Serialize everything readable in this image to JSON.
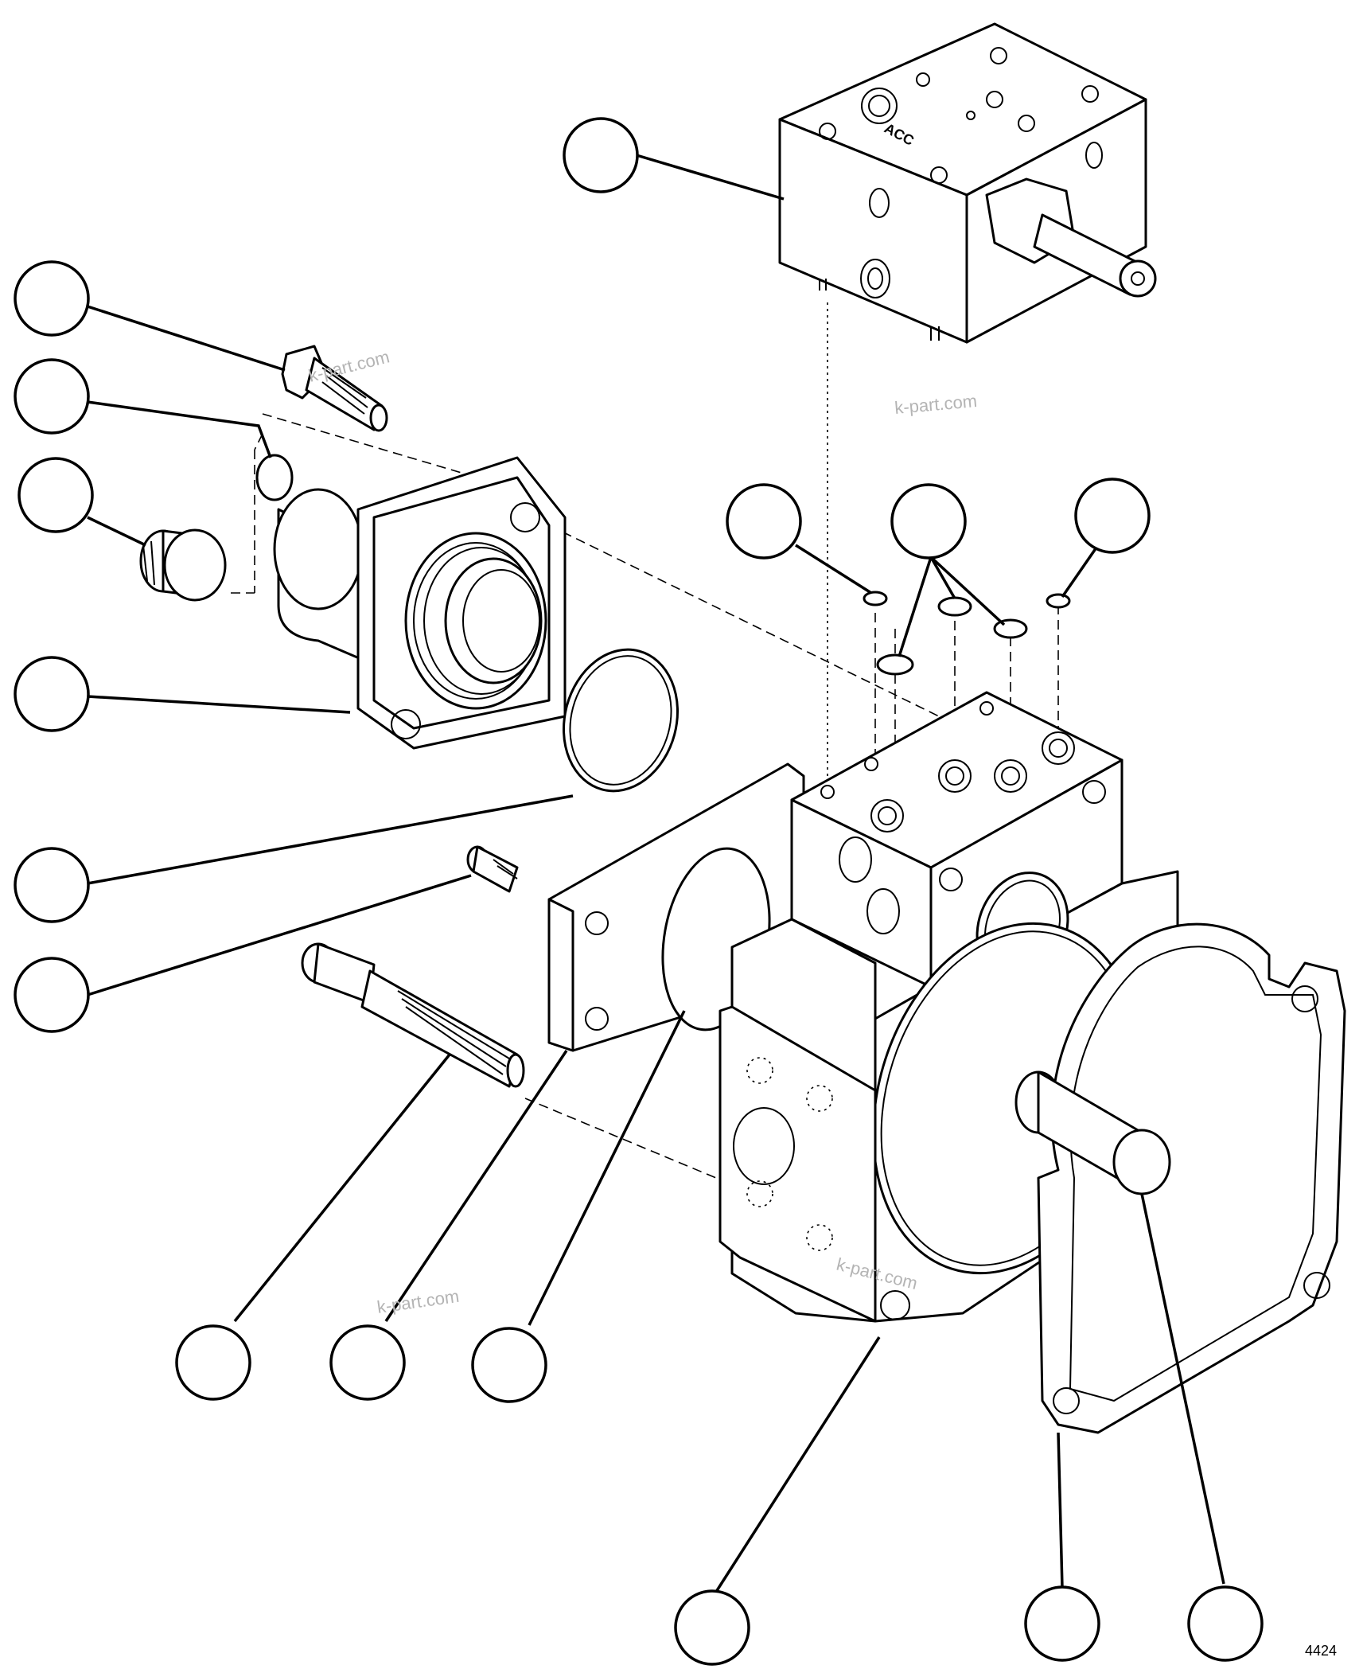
{
  "diagram": {
    "block_marking": "ACC",
    "watermarks": [
      {
        "id": "top-left",
        "text": "k-part.com"
      },
      {
        "id": "center-top",
        "text": "k-part.com"
      },
      {
        "id": "center-bottom",
        "text": "k-part.com"
      },
      {
        "id": "bottom-left",
        "text": "k-part.com"
      }
    ],
    "figure_code": "4424",
    "callouts": [
      {
        "id": "c1",
        "label": ""
      },
      {
        "id": "c2",
        "label": ""
      },
      {
        "id": "c3",
        "label": ""
      },
      {
        "id": "c4",
        "label": ""
      },
      {
        "id": "c5",
        "label": ""
      },
      {
        "id": "c6",
        "label": ""
      },
      {
        "id": "c7",
        "label": ""
      },
      {
        "id": "c8",
        "label": ""
      },
      {
        "id": "c9",
        "label": ""
      },
      {
        "id": "c10",
        "label": ""
      },
      {
        "id": "c11",
        "label": ""
      },
      {
        "id": "c12",
        "label": ""
      },
      {
        "id": "c13",
        "label": ""
      },
      {
        "id": "c14",
        "label": ""
      },
      {
        "id": "c15",
        "label": ""
      },
      {
        "id": "c16",
        "label": ""
      },
      {
        "id": "c17",
        "label": ""
      }
    ]
  }
}
